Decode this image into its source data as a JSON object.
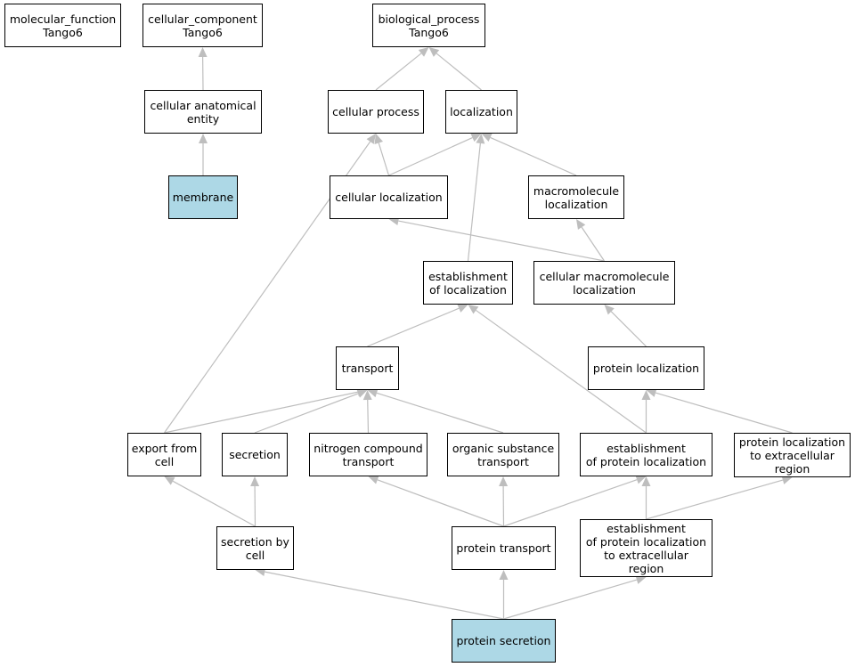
{
  "graph": {
    "type": "go-term-dag",
    "highlight_color": "#add8e6",
    "edge_color": "#bebebe",
    "nodes": {
      "mf": {
        "label": "molecular_function\nTango6",
        "highlighted": false
      },
      "cc": {
        "label": "cellular_component\nTango6",
        "highlighted": false
      },
      "bp": {
        "label": "biological_process\nTango6",
        "highlighted": false
      },
      "cae": {
        "label": "cellular anatomical\nentity",
        "highlighted": false
      },
      "mem": {
        "label": "membrane",
        "highlighted": true
      },
      "cp": {
        "label": "cellular process",
        "highlighted": false
      },
      "loc": {
        "label": "localization",
        "highlighted": false
      },
      "cl": {
        "label": "cellular localization",
        "highlighted": false
      },
      "ml": {
        "label": "macromolecule\nlocalization",
        "highlighted": false
      },
      "eol": {
        "label": "establishment\nof localization",
        "highlighted": false
      },
      "cml": {
        "label": "cellular macromolecule\nlocalization",
        "highlighted": false
      },
      "tr": {
        "label": "transport",
        "highlighted": false
      },
      "pl": {
        "label": "protein localization",
        "highlighted": false
      },
      "efc": {
        "label": "export from\ncell",
        "highlighted": false
      },
      "sec": {
        "label": "secretion",
        "highlighted": false
      },
      "nct": {
        "label": "nitrogen compound\ntransport",
        "highlighted": false
      },
      "ost": {
        "label": "organic substance\ntransport",
        "highlighted": false
      },
      "epl": {
        "label": "establishment\nof protein localization",
        "highlighted": false
      },
      "plec": {
        "label": "protein localization\nto extracellular\nregion",
        "highlighted": false
      },
      "sbc": {
        "label": "secretion by\ncell",
        "highlighted": false
      },
      "pt": {
        "label": "protein transport",
        "highlighted": false
      },
      "eplec": {
        "label": "establishment\nof protein localization\nto extracellular\nregion",
        "highlighted": false
      },
      "ps": {
        "label": "protein secretion",
        "highlighted": true
      }
    },
    "edges": [
      [
        "cae",
        "cc"
      ],
      [
        "mem",
        "cae"
      ],
      [
        "cp",
        "bp"
      ],
      [
        "loc",
        "bp"
      ],
      [
        "cl",
        "cp"
      ],
      [
        "cl",
        "loc"
      ],
      [
        "ml",
        "loc"
      ],
      [
        "eol",
        "loc"
      ],
      [
        "cml",
        "cl"
      ],
      [
        "cml",
        "ml"
      ],
      [
        "tr",
        "eol"
      ],
      [
        "epl",
        "eol"
      ],
      [
        "pl",
        "cml"
      ],
      [
        "efc",
        "cp"
      ],
      [
        "efc",
        "tr"
      ],
      [
        "sec",
        "tr"
      ],
      [
        "nct",
        "tr"
      ],
      [
        "ost",
        "tr"
      ],
      [
        "epl",
        "pl"
      ],
      [
        "plec",
        "pl"
      ],
      [
        "sbc",
        "efc"
      ],
      [
        "sbc",
        "sec"
      ],
      [
        "pt",
        "nct"
      ],
      [
        "pt",
        "ost"
      ],
      [
        "pt",
        "epl"
      ],
      [
        "eplec",
        "epl"
      ],
      [
        "eplec",
        "plec"
      ],
      [
        "ps",
        "sbc"
      ],
      [
        "ps",
        "pt"
      ],
      [
        "ps",
        "eplec"
      ]
    ]
  }
}
